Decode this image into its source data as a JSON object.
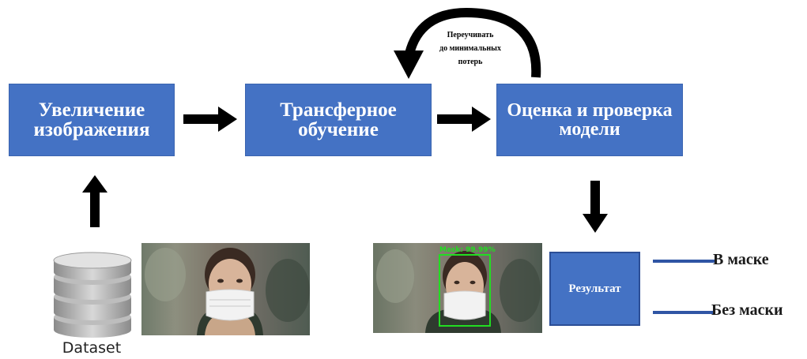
{
  "boxes": {
    "augmentation": {
      "line1": "Увеличение",
      "line2": "изображения"
    },
    "transfer": {
      "line1": "Трансферное",
      "line2": "обучение"
    },
    "evaluation": {
      "line1": "Оценка и проверка",
      "line2": "модели"
    },
    "result": {
      "label": "Результат"
    }
  },
  "loop_label": {
    "line1": "Переучивать",
    "line2": "до минимальных",
    "line3": "потерь"
  },
  "dataset_label": "Dataset",
  "detection_label": "Mask: 99.99%",
  "legend": {
    "with_mask": "В маске",
    "without_mask": "Без маски"
  },
  "colors": {
    "box_fill": "#4472c4",
    "legend_line": "#2f55a4",
    "detection_box": "#22dd22"
  }
}
